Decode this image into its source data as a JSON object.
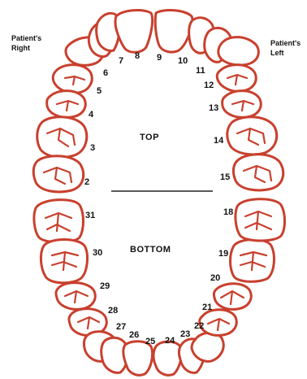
{
  "labels": {
    "patient_right": [
      "Patient's",
      "Right"
    ],
    "patient_left": [
      "Patient's",
      "Left"
    ],
    "top": "TOP",
    "bottom": "BOTTOM"
  },
  "tooth_numbers": {
    "t2": "2",
    "t3": "3",
    "t4": "4",
    "t5": "5",
    "t6": "6",
    "t7": "7",
    "t8": "8",
    "t9": "9",
    "t10": "10",
    "t11": "11",
    "t12": "12",
    "t13": "13",
    "t14": "14",
    "t15": "15",
    "t18": "18",
    "t19": "19",
    "t20": "20",
    "t21": "21",
    "t22": "22",
    "t23": "23",
    "t24": "24",
    "t25": "25",
    "t26": "26",
    "t27": "27",
    "t28": "28",
    "t29": "29",
    "t30": "30",
    "t31": "31"
  },
  "colors": {
    "outline": "#c8402e",
    "text": "#111111"
  }
}
